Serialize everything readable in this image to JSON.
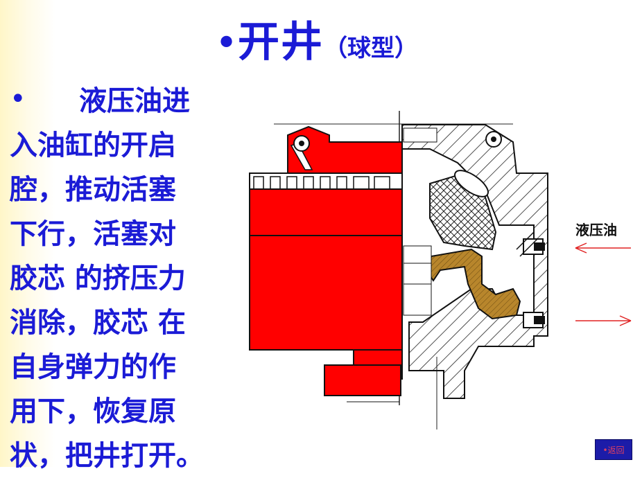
{
  "slide": {
    "title_bullet": "•",
    "title_main": "开井",
    "title_sub": "（球型）",
    "text_bullet": "•",
    "text_lines": [
      "　液压油进",
      "入油缸的开启",
      "腔，推动活塞",
      "下行，活塞对",
      "胶芯 的挤压力",
      "消除，胶芯 在",
      "自身弹力的作",
      "用下，恢复原",
      "状，把井打开。"
    ],
    "diagram_label": "液压油",
    "back_button": "•返回"
  },
  "colors": {
    "text_blue": "#1b1bd6",
    "piston_red": "#ff0000",
    "rubber_brown": "#b8862c",
    "button_navy": "#1c1ca8"
  }
}
